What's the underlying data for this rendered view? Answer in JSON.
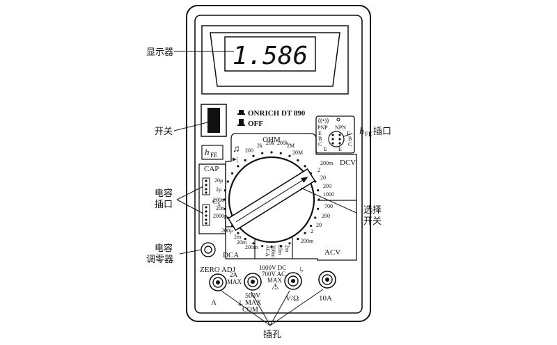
{
  "callouts": {
    "display": "显示器",
    "switch": "开关",
    "cap_socket_1": "电容",
    "cap_socket_2": "插口",
    "cap_adjust_1": "电容",
    "cap_adjust_2": "调零器",
    "selector_1": "选择",
    "selector_2": "开关",
    "jacks": "插孔",
    "hfe_socket_h": "h",
    "hfe_socket_sub": "FE",
    "hfe_socket_zh": "插口"
  },
  "display": {
    "reading": "1.586"
  },
  "brand": {
    "on_label": "ONRICH DT 890",
    "off_label": "OFF"
  },
  "hfe": {
    "label_h": "h",
    "label_sub": "FE",
    "pnp": "PNP",
    "npn": "NPN",
    "pins_left": [
      "E",
      "B",
      "C",
      "E"
    ],
    "pins_right": [
      "E",
      "B",
      "C",
      "E"
    ]
  },
  "dial": {
    "ohm": "OHM",
    "ohm_ranges": [
      "200",
      "2k",
      "20k",
      "200k",
      "2M",
      "20M"
    ],
    "dcv": "DCV",
    "dcv_ranges": [
      "200m",
      "2",
      "20",
      "200",
      "1000"
    ],
    "acv": "ACV",
    "acv_ranges": [
      "700",
      "200",
      "20",
      "2",
      "200m"
    ],
    "aca": "ACA",
    "aca_ranges": [
      "200m",
      "20m",
      "2m"
    ],
    "dca": "DCA",
    "dca_ranges": [
      "200μ",
      "2m",
      "20m",
      "200m"
    ],
    "cap": "CAP",
    "cap_ranges": [
      "20μ",
      "2μ",
      "200n",
      "20n",
      "2000p"
    ],
    "cap_c": "C",
    "x_label": "X"
  },
  "jacks": {
    "zero_adj": "ZERO ADJ",
    "a_max_top": "2A",
    "a_max_bot": "MAX",
    "a": "A",
    "com_volt": "500V",
    "com_max": "MAX",
    "com": "COM",
    "vo_top1": "1000V DC",
    "vo_top2": "700V AC",
    "vo_max": "MAX",
    "vo": "V/Ω",
    "ten_a": "10A"
  }
}
